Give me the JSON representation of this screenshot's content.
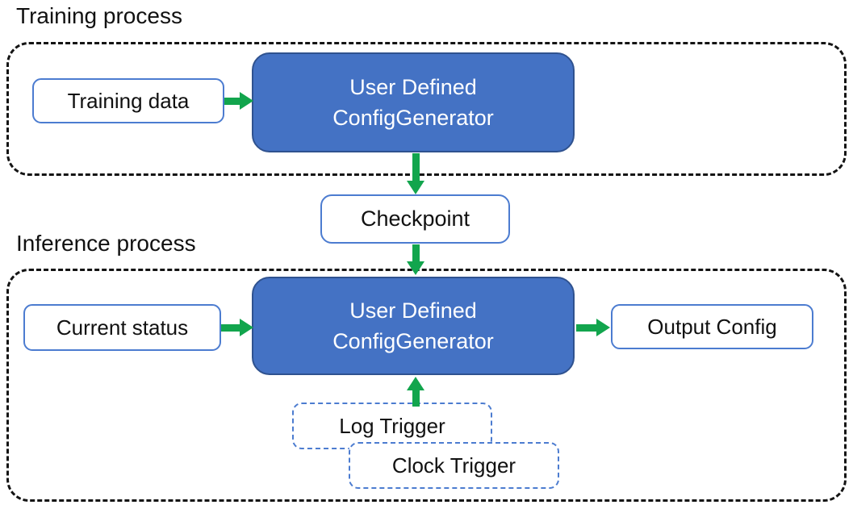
{
  "colors": {
    "box_blue": "#4472C4",
    "box_blue_border": "#2F528F",
    "outline_blue": "#4C7CD0",
    "arrow_green": "#12A54D",
    "dash_black": "#141414"
  },
  "training": {
    "label": "Training process",
    "input_label": "Training data",
    "generator_line1": "User Defined",
    "generator_line2": "ConfigGenerator"
  },
  "checkpoint": {
    "label": "Checkpoint"
  },
  "inference": {
    "label": "Inference process",
    "input_label": "Current status",
    "generator_line1": "User Defined",
    "generator_line2": "ConfigGenerator",
    "output_label": "Output Config",
    "log_trigger_label": "Log Trigger",
    "clock_trigger_label": "Clock Trigger"
  }
}
